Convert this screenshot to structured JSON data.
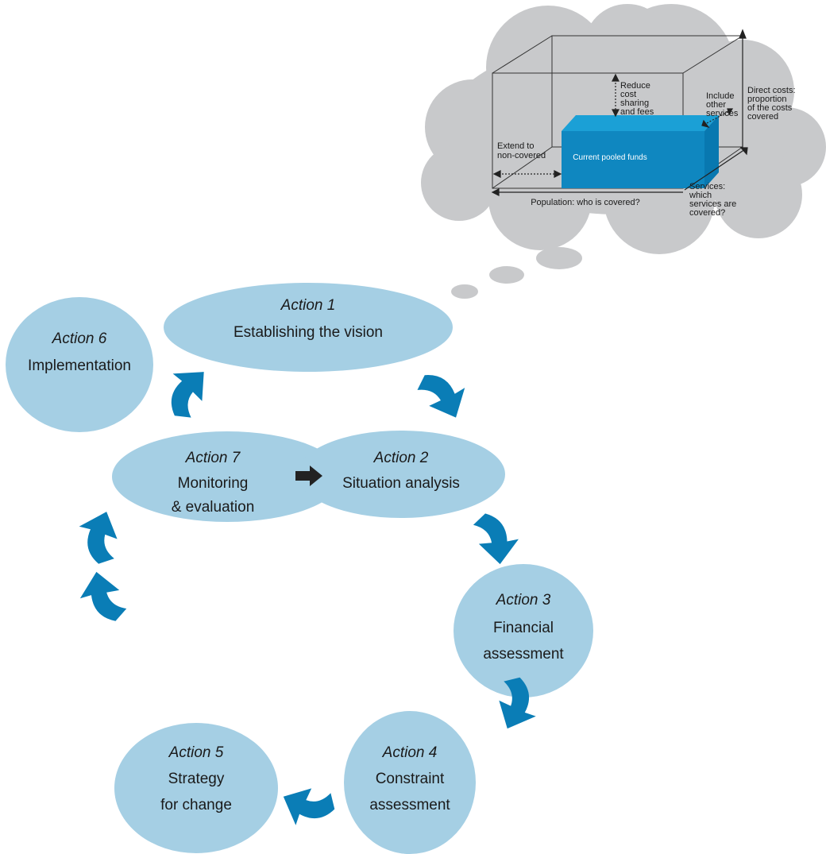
{
  "colors": {
    "action_fill": "#a5cfe4",
    "arrow_blue": "#0a7db6",
    "cloud_fill": "#c8c9cb",
    "box_front": "#0f87c0",
    "box_top": "#1ba0d6",
    "box_side": "#0878b0",
    "line_dark": "#222222"
  },
  "actions": [
    {
      "number": "Action 1",
      "title_lines": [
        "Establishing the vision"
      ]
    },
    {
      "number": "Action 2",
      "title_lines": [
        "Situation analysis"
      ]
    },
    {
      "number": "Action 3",
      "title_lines": [
        "Financial",
        "assessment"
      ]
    },
    {
      "number": "Action 4",
      "title_lines": [
        "Constraint",
        "assessment"
      ]
    },
    {
      "number": "Action 5",
      "title_lines": [
        "Strategy",
        "for change"
      ]
    },
    {
      "number": "Action 6",
      "title_lines": [
        "Implementation"
      ]
    },
    {
      "number": "Action 7",
      "title_lines": [
        "Monitoring",
        "& evaluation"
      ]
    }
  ],
  "cube": {
    "box_label": "Current pooled funds",
    "reduce_label": [
      "Reduce",
      "cost",
      "sharing",
      "and fees"
    ],
    "include_label": [
      "Include",
      "other",
      "services"
    ],
    "direct_costs_label": [
      "Direct costs:",
      "proportion",
      "of the costs",
      "covered"
    ],
    "extend_label": [
      "Extend to",
      "non-covered"
    ],
    "population_label": "Population: who is covered?",
    "services_label": [
      "Services:",
      "which",
      "services are",
      "covered?"
    ]
  },
  "icons": {
    "cycle_arrow": "curved-arrow-icon",
    "link_arrow": "right-arrow-icon"
  }
}
